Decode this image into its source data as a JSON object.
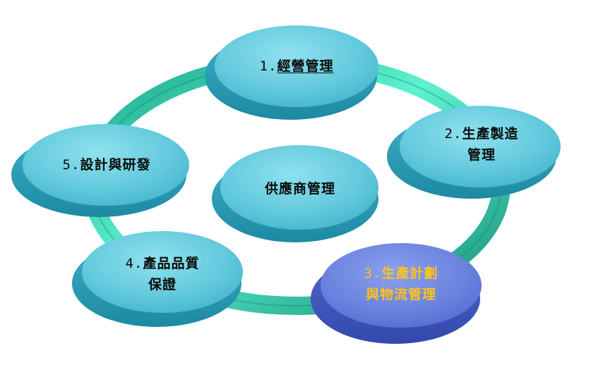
{
  "colors": {
    "ring_light": "#5ef2cf",
    "ring_dark": "#1aa58a",
    "node_light": "#6fd3e2",
    "node_dark": "#1f97af",
    "highlight_light": "#7b92e6",
    "highlight_dark": "#3b53bd",
    "highlight_text": "#ffc21a",
    "text": "#0a0a0a"
  },
  "nodes": {
    "management": {
      "num": "1.",
      "line1": "經營管理"
    },
    "production": {
      "num": "2.",
      "line1": "生產製造",
      "line2": "管理"
    },
    "planning": {
      "num": "3.",
      "line1": "生產計劃",
      "line2": "與物流管理"
    },
    "quality": {
      "num": "4.",
      "line1": "產品品質",
      "line2": "保證"
    },
    "design": {
      "num": "5.",
      "line1": "設計與研發"
    },
    "supplier": {
      "line1": "供應商管理"
    }
  }
}
